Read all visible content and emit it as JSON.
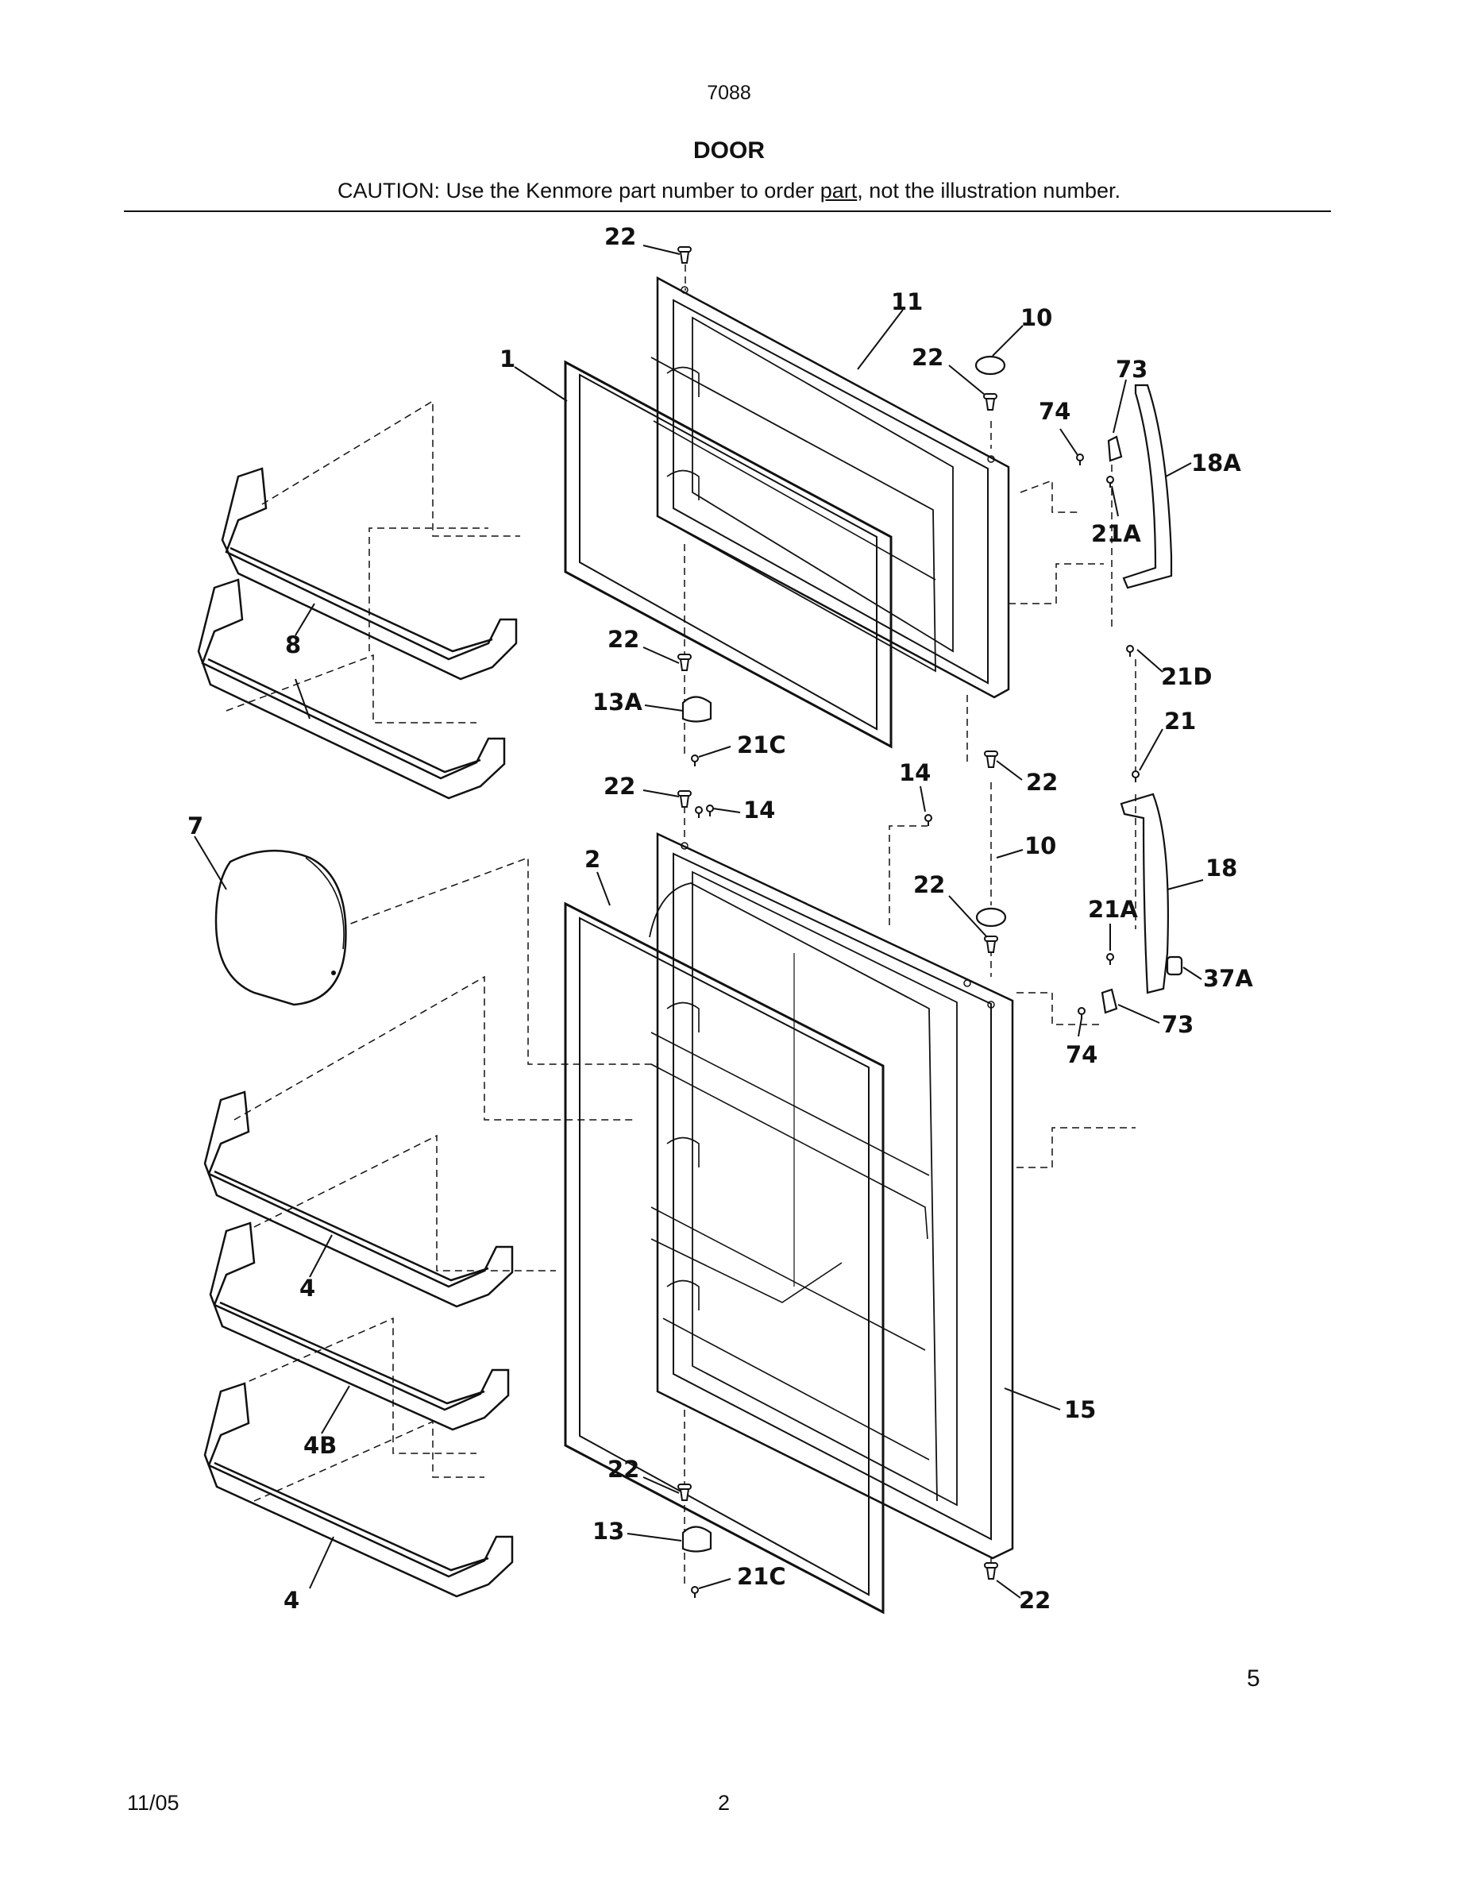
{
  "header": {
    "model": "7088",
    "title": "DOOR",
    "caution_before": "CAUTION: Use the Kenmore part number to order ",
    "caution_underlined": "part",
    "caution_after": ", not the illustration number."
  },
  "callouts": {
    "top_hinge_screw": "22",
    "freezer_door": "11",
    "freezer_plug": "10",
    "freezer_gasket": "1",
    "freezer_door_screw": "22",
    "freezer_handle_cap": "73",
    "freezer_handle_screw_74": "74",
    "freezer_handle": "18A",
    "freezer_handle_screw_21a": "21A",
    "freezer_shelf": "8",
    "freezer_bottom_screw": "22",
    "freezer_hinge": "13A",
    "freezer_hinge_screw": "21C",
    "freezer_handle_screw_21d": "21D",
    "fresh_handle_screw_21": "21",
    "stop_14_center": "14",
    "freezer_bottom_right_screw": "22",
    "fresh_top_screw": "22",
    "stop_14_left": "14",
    "dairy_door": "7",
    "fresh_gasket": "2",
    "fresh_plug": "10",
    "fresh_door_screw": "22",
    "fresh_handle": "18",
    "fresh_handle_screw_21a": "21A",
    "handle_insert": "37A",
    "fresh_handle_cap": "73",
    "fresh_handle_screw_74": "74",
    "shelf_upper": "4",
    "shelf_middle": "4B",
    "shelf_lower": "4",
    "fresh_door": "15",
    "fresh_bottom_screw": "22",
    "bottom_hinge": "13",
    "bottom_hinge_screw": "21C",
    "fresh_bottom_right_screw": "22"
  },
  "footer": {
    "corner_number": "5",
    "date": "11/05",
    "page": "2"
  }
}
